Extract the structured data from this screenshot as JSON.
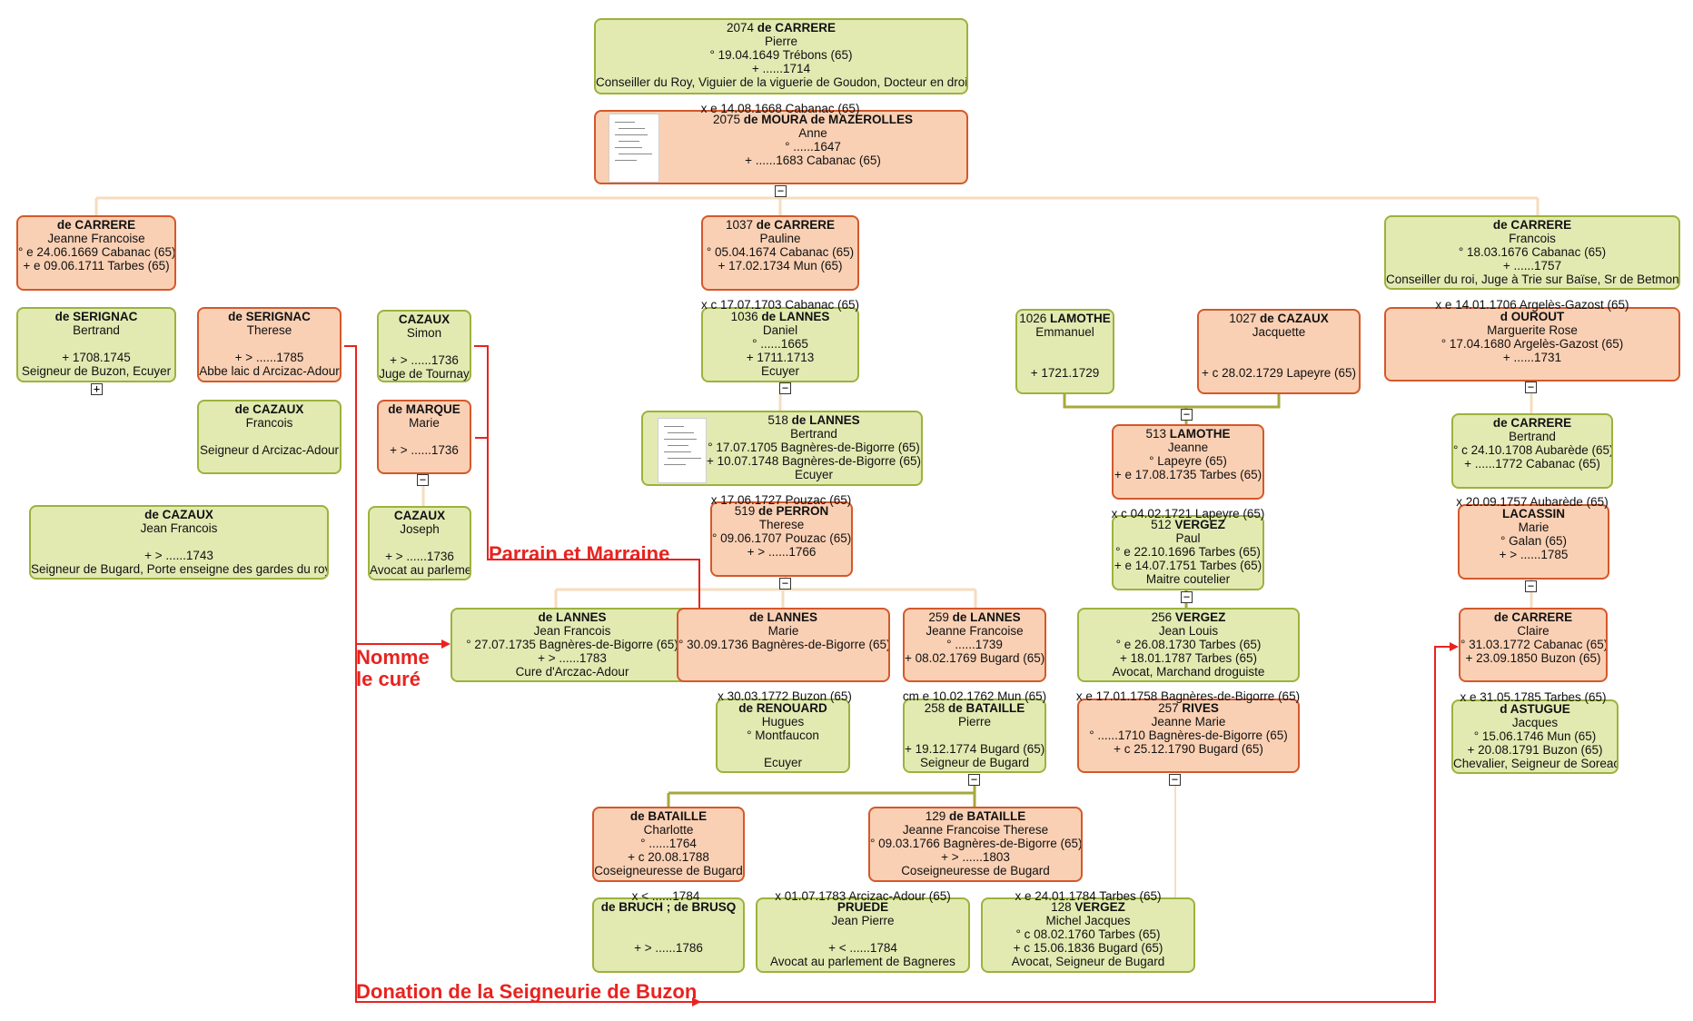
{
  "colors": {
    "male_bg": "#e2eab2",
    "male_border": "#9cb23c",
    "female_bg": "#fad0b4",
    "female_border": "#d4582a",
    "link_beige": "#f6dcbf",
    "link_olive": "#a6a83c",
    "annotation": "#e8231f"
  },
  "persons": [
    {
      "id": "p2074",
      "sex": "m",
      "num": "2074",
      "name": "de CARRERE",
      "lines": [
        "Pierre",
        "° 19.04.1649 Trébons (65)",
        "+ ......1714",
        "Conseiller du Roy, Viguier de la viguerie de Goudon, Docteur en droit"
      ]
    },
    {
      "id": "p2075",
      "sex": "f",
      "num": "2075",
      "name": "de MOURA de MAZEROLLES",
      "lines": [
        "Anne",
        "° ......1647",
        "+ ......1683 Cabanac (65)"
      ]
    },
    {
      "id": "jeanneF",
      "sex": "f",
      "num": "",
      "name": "de CARRERE",
      "lines": [
        "Jeanne Francoise",
        "° e 24.06.1669 Cabanac (65)",
        "+ e 09.06.1711 Tarbes (65)"
      ]
    },
    {
      "id": "p1037",
      "sex": "f",
      "num": "1037",
      "name": "de CARRERE",
      "lines": [
        "Pauline",
        "° 05.04.1674 Cabanac (65)",
        "+ 17.02.1734 Mun (65)"
      ]
    },
    {
      "id": "francois",
      "sex": "m",
      "num": "",
      "name": "de CARRERE",
      "lines": [
        "Francois",
        "° 18.03.1676 Cabanac (65)",
        "+ ......1757",
        "Conseiller du roi, Juge à Trie sur Baïse, Sr de Betmont"
      ]
    },
    {
      "id": "serignacB",
      "sex": "m",
      "num": "",
      "name": "de SERIGNAC",
      "lines": [
        "Bertrand",
        "",
        "+ 1708.1745",
        "Seigneur de Buzon, Ecuyer"
      ]
    },
    {
      "id": "serignacT",
      "sex": "f",
      "num": "",
      "name": "de SERIGNAC",
      "lines": [
        "Therese",
        "",
        "+ > ......1785",
        "Abbe laic d Arcizac-Adour"
      ]
    },
    {
      "id": "cazauxS",
      "sex": "m",
      "num": "",
      "name": "CAZAUX",
      "lines": [
        "Simon",
        "",
        "+ > ......1736",
        "Juge de Tournay"
      ]
    },
    {
      "id": "p1036",
      "sex": "m",
      "num": "1036",
      "name": "de LANNES",
      "lines": [
        "Daniel",
        "° ......1665",
        "+ 1711.1713",
        "Ecuyer"
      ]
    },
    {
      "id": "p1026",
      "sex": "m",
      "num": "1026",
      "name": "LAMOTHE",
      "lines": [
        "Emmanuel",
        "",
        "",
        "+ 1721.1729"
      ]
    },
    {
      "id": "p1027",
      "sex": "f",
      "num": "1027",
      "name": "de CAZAUX",
      "lines": [
        "Jacquette",
        "",
        "",
        "+ c 28.02.1729 Lapeyre (65)"
      ]
    },
    {
      "id": "douroutM",
      "sex": "f",
      "num": "",
      "name": "d OUROUT",
      "lines": [
        "Marguerite Rose",
        "° 17.04.1680 Argelès-Gazost (65)",
        "+ ......1731"
      ]
    },
    {
      "id": "cazauxF",
      "sex": "m",
      "num": "",
      "name": "de CAZAUX",
      "lines": [
        "Francois",
        "",
        "Seigneur d Arcizac-Adour"
      ]
    },
    {
      "id": "marqueM",
      "sex": "f",
      "num": "",
      "name": "de MARQUE",
      "lines": [
        "Marie",
        "",
        "+ > ......1736"
      ]
    },
    {
      "id": "p518",
      "sex": "m",
      "num": "518",
      "name": "de LANNES",
      "lines": [
        "Bertrand",
        "° 17.07.1705 Bagnères-de-Bigorre (65)",
        "+ 10.07.1748 Bagnères-de-Bigorre (65)",
        "Ecuyer"
      ]
    },
    {
      "id": "p513",
      "sex": "f",
      "num": "513",
      "name": "LAMOTHE",
      "lines": [
        "Jeanne",
        "° Lapeyre (65)",
        "+ e 17.08.1735 Tarbes (65)"
      ]
    },
    {
      "id": "carrereB",
      "sex": "m",
      "num": "",
      "name": "de CARRERE",
      "lines": [
        "Bertrand",
        "° c 24.10.1708 Aubarède (65)",
        "+ ......1772 Cabanac (65)"
      ]
    },
    {
      "id": "cazauxJF",
      "sex": "m",
      "num": "",
      "name": "de CAZAUX",
      "lines": [
        "Jean Francois",
        "",
        "+ > ......1743",
        "Seigneur de Bugard, Porte enseigne des gardes du roy"
      ]
    },
    {
      "id": "cazauxJ",
      "sex": "m",
      "num": "",
      "name": "CAZAUX",
      "lines": [
        "Joseph",
        "",
        "+ > ......1736",
        "Avocat au parlement"
      ]
    },
    {
      "id": "p519",
      "sex": "f",
      "num": "519",
      "name": "de PERRON",
      "lines": [
        "Therese",
        "° 09.06.1707 Pouzac (65)",
        "+ > ......1766"
      ]
    },
    {
      "id": "p512",
      "sex": "m",
      "num": "512",
      "name": "VERGEZ",
      "lines": [
        "Paul",
        "° e 22.10.1696 Tarbes (65)",
        "+ e 14.07.1751 Tarbes (65)",
        "Maitre coutelier"
      ]
    },
    {
      "id": "lacassinM",
      "sex": "f",
      "num": "",
      "name": "LACASSIN",
      "lines": [
        "Marie",
        "° Galan (65)",
        "+ > ......1785"
      ]
    },
    {
      "id": "lannesJF",
      "sex": "m",
      "num": "",
      "name": "de LANNES",
      "lines": [
        "Jean Francois",
        "° 27.07.1735 Bagnères-de-Bigorre (65)",
        "+ > ......1783",
        "Cure d'Arczac-Adour"
      ]
    },
    {
      "id": "lannesM",
      "sex": "f",
      "num": "",
      "name": "de LANNES",
      "lines": [
        "Marie",
        "° 30.09.1736 Bagnères-de-Bigorre (65)"
      ]
    },
    {
      "id": "p259",
      "sex": "f",
      "num": "259",
      "name": "de LANNES",
      "lines": [
        "Jeanne Francoise",
        "° ......1739",
        "+ 08.02.1769 Bugard (65)"
      ]
    },
    {
      "id": "p256",
      "sex": "m",
      "num": "256",
      "name": "VERGEZ",
      "lines": [
        "Jean Louis",
        "° e 26.08.1730 Tarbes (65)",
        "+ 18.01.1787 Tarbes (65)",
        "Avocat, Marchand droguiste"
      ]
    },
    {
      "id": "carrereC",
      "sex": "f",
      "num": "",
      "name": "de CARRERE",
      "lines": [
        "Claire",
        "° 31.03.1772 Cabanac (65)",
        "+ 23.09.1850 Buzon (65)"
      ]
    },
    {
      "id": "renouardH",
      "sex": "m",
      "num": "",
      "name": "de RENOUARD",
      "lines": [
        "Hugues",
        "° Montfaucon",
        "",
        "Ecuyer"
      ]
    },
    {
      "id": "p258",
      "sex": "m",
      "num": "258",
      "name": "de BATAILLE",
      "lines": [
        "Pierre",
        "",
        "+ 19.12.1774 Bugard (65)",
        "Seigneur de Bugard"
      ]
    },
    {
      "id": "p257",
      "sex": "f",
      "num": "257",
      "name": "RIVES",
      "lines": [
        "Jeanne Marie",
        "° ......1710 Bagnères-de-Bigorre (65)",
        "+ c 25.12.1790 Bugard (65)"
      ]
    },
    {
      "id": "astugueJ",
      "sex": "m",
      "num": "",
      "name": "d ASTUGUE",
      "lines": [
        "Jacques",
        "° 15.06.1746 Mun (65)",
        "+ 20.08.1791 Buzon (65)",
        "Chevalier, Seigneur de Soreac"
      ]
    },
    {
      "id": "batailleC",
      "sex": "f",
      "num": "",
      "name": "de BATAILLE",
      "lines": [
        "Charlotte",
        "° ......1764",
        "+ c 20.08.1788",
        "Coseigneuresse de Bugard"
      ]
    },
    {
      "id": "p129",
      "sex": "f",
      "num": "129",
      "name": "de BATAILLE",
      "lines": [
        "Jeanne Francoise Therese",
        "° 09.03.1766 Bagnères-de-Bigorre (65)",
        "+ > ......1803",
        "Coseigneuresse de Bugard"
      ]
    },
    {
      "id": "bruch",
      "sex": "m",
      "num": "",
      "name": "de BRUCH ; de BRUSQ",
      "lines": [
        "",
        "",
        "+ > ......1786"
      ]
    },
    {
      "id": "pruede",
      "sex": "m",
      "num": "",
      "name": "PRUEDE",
      "lines": [
        "Jean Pierre",
        "",
        "+ < ......1784",
        "Avocat au parlement de Bagneres"
      ]
    },
    {
      "id": "p128",
      "sex": "m",
      "num": "128",
      "name": "VERGEZ",
      "lines": [
        "Michel Jacques",
        "° c 08.02.1760 Tarbes (65)",
        "+ c 15.06.1836 Bugard (65)",
        "Avocat, Seigneur de Bugard"
      ]
    }
  ],
  "marriages": [
    {
      "id": "m1",
      "text": "x e 14.08.1668 Cabanac (65)"
    },
    {
      "id": "m2",
      "text": "x c 17.07.1703 Cabanac (65)"
    },
    {
      "id": "m3",
      "text": "x e 14.01.1706 Argelès-Gazost (65)"
    },
    {
      "id": "m4",
      "text": "x 17.06.1727 Pouzac (65)"
    },
    {
      "id": "m5",
      "text": "x c 04.02.1721 Lapeyre (65)"
    },
    {
      "id": "m6",
      "text": "x 20.09.1757 Aubarède (65)"
    },
    {
      "id": "m7",
      "text": "x 30.03.1772 Buzon (65)"
    },
    {
      "id": "m8",
      "text": "cm e 10.02.1762 Mun (65)"
    },
    {
      "id": "m9",
      "text": "x e 17.01.1758 Bagnères-de-Bigorre (65)"
    },
    {
      "id": "m10",
      "text": "x e 31.05.1785 Tarbes (65)"
    },
    {
      "id": "m11",
      "text": "x < ......1784"
    },
    {
      "id": "m12",
      "text": "x 01.07.1783 Arcizac-Adour (65)"
    },
    {
      "id": "m13",
      "text": "x e 24.01.1784 Tarbes (65)"
    }
  ],
  "collapse_minus": "−",
  "collapse_plus": "+",
  "annotations": {
    "parrain": "Parrain et Marraine",
    "nomme_1": "Nomme",
    "nomme_2": "le curé",
    "donation": "Donation de la Seigneurie de Buzon"
  }
}
